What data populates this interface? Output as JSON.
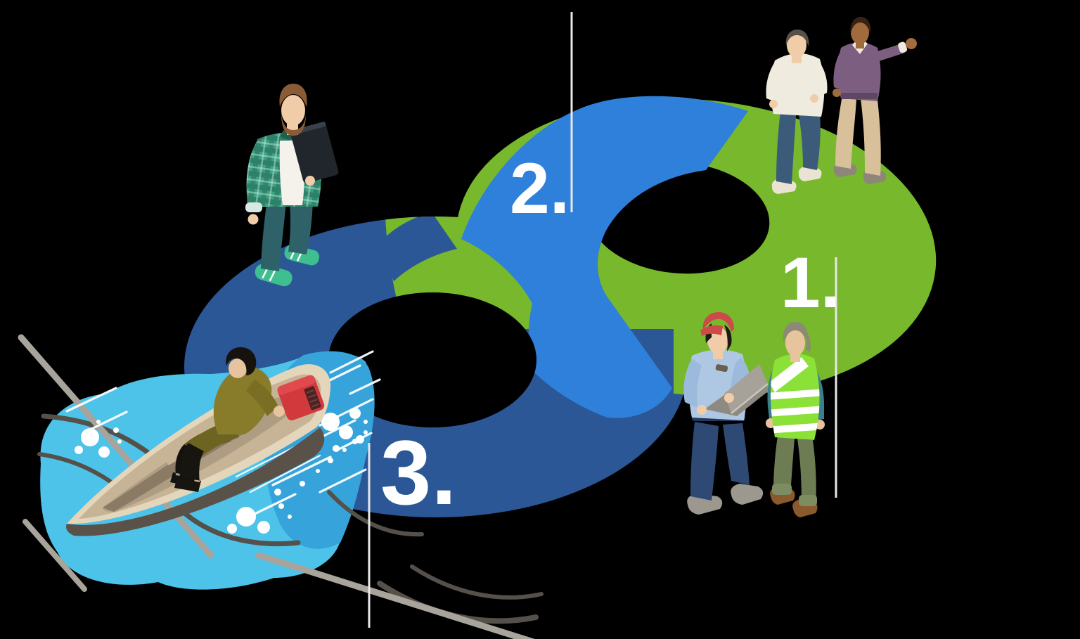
{
  "canvas": {
    "background": "#000000"
  },
  "illustration": {
    "name": "three-step-infinity-loop-process",
    "colors": {
      "ring_navy": "#2B5796",
      "ring_blue": "#2E80DA",
      "ring_green": "#77B82D",
      "water_light": "#4EC3EA",
      "water_medium": "#36A4DA",
      "callout_line": "#E8E8E8",
      "step_number": "#FFFFFF",
      "boat_hull_dark": "#5A5248",
      "boat_rim": "#E4D6BB",
      "boat_deck": "#C7B496",
      "motor_red": "#D2393D"
    },
    "steps": [
      {
        "label": "1.",
        "ring": "green"
      },
      {
        "label": "2.",
        "ring": "blue"
      },
      {
        "label": "3.",
        "ring": "navy"
      }
    ],
    "figures": [
      "man-with-tablet-on-navy-ring",
      "man-in-white-shirt-on-green-ring",
      "man-in-purple-sweater-gesturing",
      "man-with-red-cap-holding-laptop",
      "man-in-safety-vest",
      "man-in-motorboat-on-water"
    ]
  }
}
